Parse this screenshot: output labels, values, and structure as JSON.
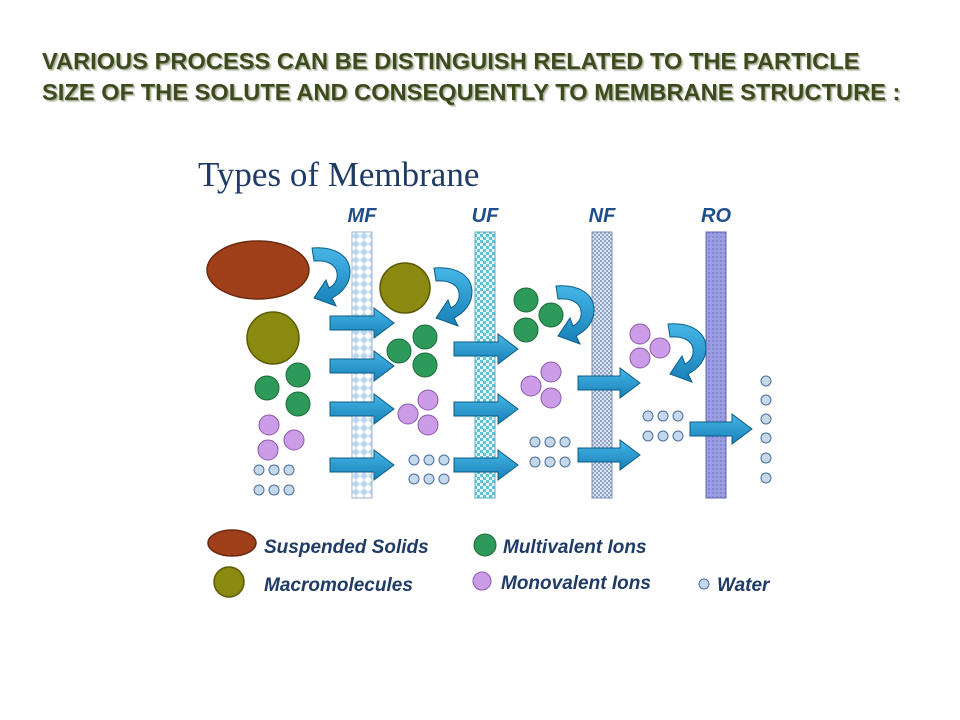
{
  "slide": {
    "title_line1": "VARIOUS PROCESS CAN BE DISTINGUISH RELATED TO THE PARTICLE",
    "title_line2": "SIZE OF THE SOLUTE AND CONSEQUENTLY TO MEMBRANE STRUCTURE :"
  },
  "diagram": {
    "title": "Types of Membrane",
    "membranes": [
      {
        "label": "MF"
      },
      {
        "label": "UF"
      },
      {
        "label": "NF"
      },
      {
        "label": "RO"
      }
    ],
    "legend": [
      {
        "label": "Suspended Solids",
        "color": "#a0401b"
      },
      {
        "label": "Macromolecules",
        "color": "#8a8a10"
      },
      {
        "label": "Multivalent Ions",
        "color": "#2e9a5a"
      },
      {
        "label": "Monovalent Ions",
        "color": "#cc9ce8"
      },
      {
        "label": "Water",
        "color": "#c6d9ec"
      }
    ],
    "colors": {
      "title": "#1f3b66",
      "membrane_label": "#1f4e8a",
      "arrow": "#1e90c8",
      "arrow_outline": "#0b5d86",
      "legend_text": "#1f3b66"
    }
  }
}
